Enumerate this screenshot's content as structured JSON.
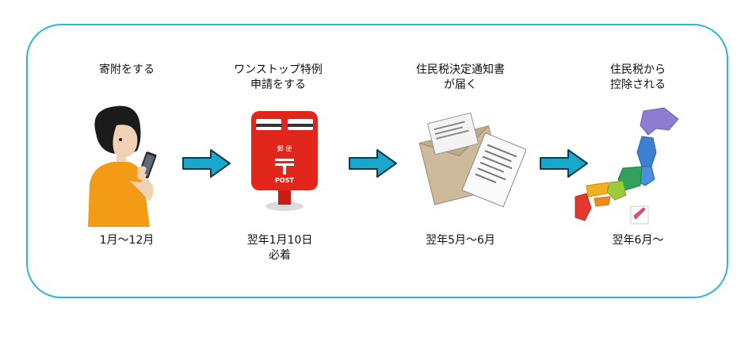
{
  "steps": [
    {
      "title": [
        "寄附をする"
      ],
      "period": [
        "1月〜12月"
      ],
      "icon": "smartphone-person-icon"
    },
    {
      "title": [
        "ワンストップ特例",
        "申請をする"
      ],
      "period": [
        "翌年1月10日",
        "必着"
      ],
      "icon": "mailbox-icon",
      "mailbox_text": {
        "kanji": "郵 便",
        "post": "POST"
      }
    },
    {
      "title": [
        "住民税決定通知書",
        "が届く"
      ],
      "period": [
        "翌年5月〜6月"
      ],
      "icon": "envelope-document-icon"
    },
    {
      "title": [
        "住民税から",
        "控除される"
      ],
      "period": [
        "翌年6月〜"
      ],
      "icon": "japan-map-icon"
    }
  ],
  "colors": {
    "frame": "#2bb6cf",
    "arrow_fill": "#1aa7cc",
    "arrow_stroke": "#0f3b4f",
    "mailbox": "#e1261c"
  }
}
